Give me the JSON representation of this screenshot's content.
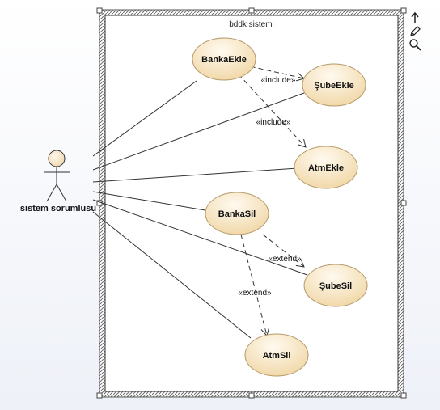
{
  "boundary": {
    "title": "bddk sistemi"
  },
  "actor": {
    "label": "sistem sorumlusu"
  },
  "use_cases": {
    "banka_ekle": "BankaEkle",
    "sube_ekle": "ŞubeEkle",
    "atm_ekle": "AtmEkle",
    "banka_sil": "BankaSil",
    "sube_sil": "ŞubeSil",
    "atm_sil": "AtmSil"
  },
  "relations": {
    "include_1": "«include»",
    "include_2": "«include»",
    "extend_1": "«extend»",
    "extend_2": "«extend»"
  },
  "icons": [
    "arrow-up-icon",
    "pencil-icon",
    "magnifier-icon"
  ],
  "colors": {
    "usecase_fill_top": "#fdf3e4",
    "usecase_fill_bottom": "#f2d9aa",
    "usecase_stroke": "#b59a6a"
  }
}
